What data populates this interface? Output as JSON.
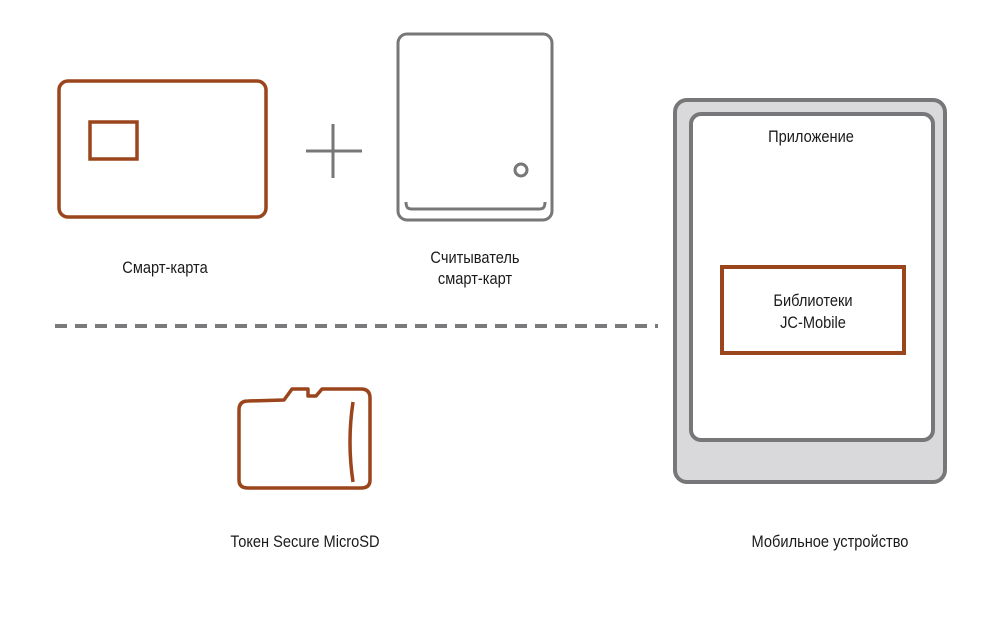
{
  "colors": {
    "accent_brown": "#9b451c",
    "device_gray": "#77777a",
    "device_fill": "#d9d9db",
    "separator": "#7a7a7c",
    "text": "#1a1a1a"
  },
  "items": {
    "smart_card": {
      "icon": "smart-card-icon",
      "label": "Смарт-карта"
    },
    "plus": {
      "icon": "plus-icon"
    },
    "reader": {
      "icon": "card-reader-icon",
      "label_line1": "Считыватель",
      "label_line2": "смарт-карт"
    },
    "token": {
      "icon": "microsd-token-icon",
      "label": "Токен Secure MicroSD"
    },
    "mobile": {
      "icon": "mobile-device-icon",
      "label": "Мобильное устройство",
      "app_label": "Приложение",
      "library_line1": "Библиотеки",
      "library_line2": "JC-Mobile"
    }
  }
}
